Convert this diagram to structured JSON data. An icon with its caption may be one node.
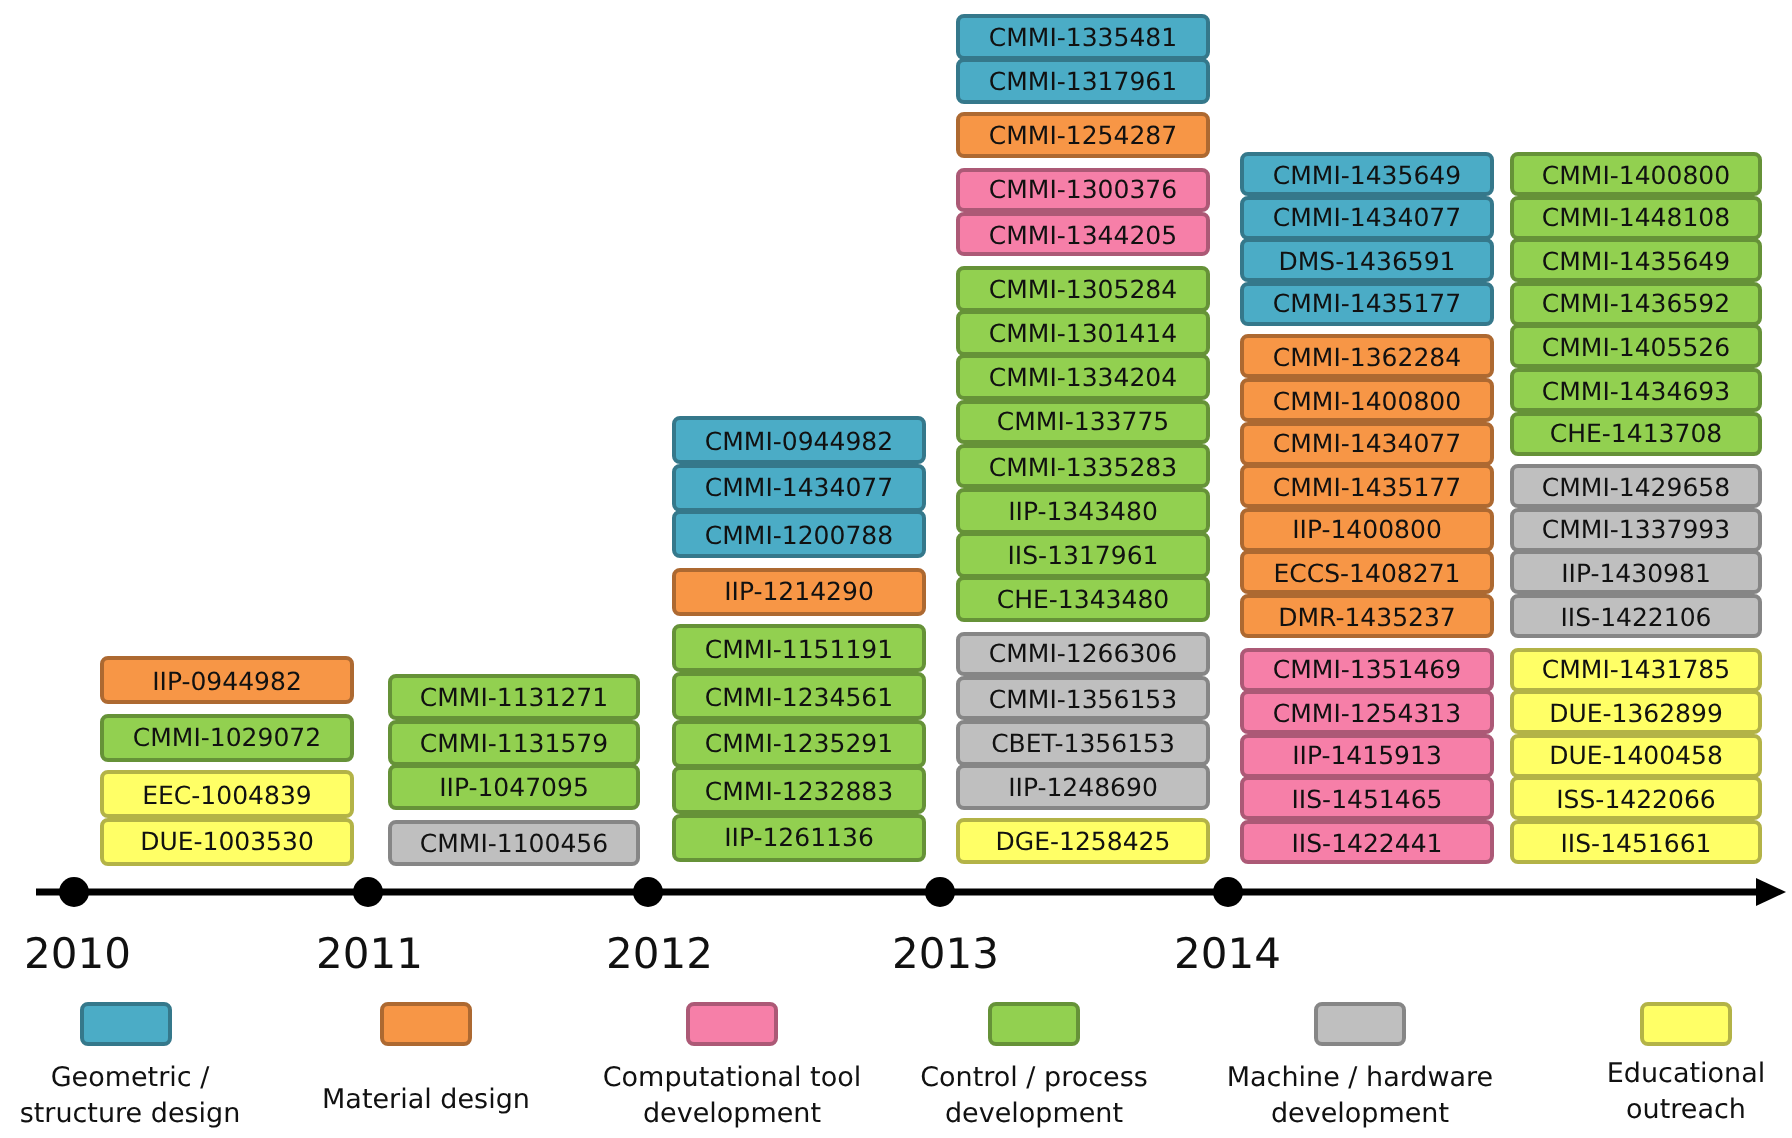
{
  "diagram": {
    "nodes": [
      {
        "text": [
          "IIP-0944982"
        ]
      },
      {
        "text": [
          "CMMI-1029072"
        ]
      },
      {
        "text": [
          "EEC-1004839"
        ]
      },
      {
        "text": [
          "DUE-1003530"
        ]
      },
      {
        "text": [
          "CMMI-1131271"
        ]
      },
      {
        "text": [
          "CMMI-1131579"
        ]
      },
      {
        "text": [
          "IIP-1047095"
        ]
      },
      {
        "text": [
          "CMMI-1100456"
        ]
      },
      {
        "text": [
          "CMMI-0944982"
        ]
      },
      {
        "text": [
          "CMMI-1434077"
        ]
      },
      {
        "text": [
          "CMMI-1200788"
        ]
      },
      {
        "text": [
          "IIP-1214290"
        ]
      },
      {
        "text": [
          "CMMI-1151191"
        ]
      },
      {
        "text": [
          "CMMI-1234561"
        ]
      },
      {
        "text": [
          "CMMI-1235291"
        ]
      },
      {
        "text": [
          "CMMI-1232883"
        ]
      },
      {
        "text": [
          "IIP-1261136"
        ]
      },
      {
        "text": [
          "CMMI-1335481"
        ]
      },
      {
        "text": [
          "CMMI-1317961"
        ]
      },
      {
        "text": [
          "CMMI-1254287"
        ]
      },
      {
        "text": [
          "CMMI-1300376"
        ]
      },
      {
        "text": [
          "CMMI-1344205"
        ]
      },
      {
        "text": [
          "CMMI-1305284"
        ]
      },
      {
        "text": [
          "CMMI-1301414"
        ]
      },
      {
        "text": [
          "CMMI-1334204"
        ]
      },
      {
        "text": [
          "CMMI-133775"
        ]
      },
      {
        "text": [
          "CMMI-1335283"
        ]
      },
      {
        "text": [
          "IIP-1343480"
        ]
      },
      {
        "text": [
          "IIS-1317961"
        ]
      },
      {
        "text": [
          "CHE-1343480"
        ]
      },
      {
        "text": [
          "CMMI-1266306"
        ]
      },
      {
        "text": [
          "CMMI-1356153"
        ]
      },
      {
        "text": [
          "CBET-1356153"
        ]
      },
      {
        "text": [
          "IIP-1248690"
        ]
      },
      {
        "text": [
          "DGE-1258425"
        ]
      },
      {
        "text": [
          "CMMI-1435649"
        ]
      },
      {
        "text": [
          "CMMI-1434077"
        ]
      },
      {
        "text": [
          "DMS-1436591"
        ]
      },
      {
        "text": [
          "CMMI-1435177"
        ]
      },
      {
        "text": [
          "CMMI-1362284"
        ]
      },
      {
        "text": [
          "CMMI-1400800"
        ]
      },
      {
        "text": [
          "CMMI-1434077"
        ]
      },
      {
        "text": [
          "CMMI-1435177"
        ]
      },
      {
        "text": [
          "IIP-1400800"
        ]
      },
      {
        "text": [
          "ECCS-1408271"
        ]
      },
      {
        "text": [
          "DMR-1435237"
        ]
      },
      {
        "text": [
          "CMMI-1351469"
        ]
      },
      {
        "text": [
          "CMMI-1254313"
        ]
      },
      {
        "text": [
          "IIP-1415913"
        ]
      },
      {
        "text": [
          "IIS-1451465"
        ]
      },
      {
        "text": [
          "IIS-1422441"
        ]
      },
      {
        "text": [
          "CMMI-1400800"
        ]
      },
      {
        "text": [
          "CMMI-1448108"
        ]
      },
      {
        "text": [
          "CMMI-1435649"
        ]
      },
      {
        "text": [
          "CMMI-1436592"
        ]
      },
      {
        "text": [
          "CMMI-1405526"
        ]
      },
      {
        "text": [
          "CMMI-1434693"
        ]
      },
      {
        "text": [
          "CHE-1413708"
        ]
      },
      {
        "text": [
          "CMMI-1429658"
        ]
      },
      {
        "text": [
          "CMMI-1337993"
        ]
      },
      {
        "text": [
          "IIP-1430981"
        ]
      },
      {
        "text": [
          "IIS-1422106"
        ]
      },
      {
        "text": [
          "CMMI-1431785"
        ]
      },
      {
        "text": [
          "DUE-1362899"
        ]
      },
      {
        "text": [
          "DUE-1400458"
        ]
      },
      {
        "text": [
          "ISS-1422066"
        ]
      },
      {
        "text": [
          "IIS-1451661"
        ]
      }
    ],
    "labels": [
      "2010",
      "2011",
      "2012",
      "2013",
      "2014"
    ],
    "legend": [
      {
        "text": "Geometric / structure design",
        "color": "#4bacc6"
      },
      {
        "text": "Material design",
        "color": "#f79646"
      },
      {
        "text": "Computational tool development",
        "color": "#f67fa8"
      },
      {
        "text": "Control /  process development",
        "color": "#92d050"
      },
      {
        "text": "Machine / hardware development",
        "color": "#bfbfbf"
      },
      {
        "text": "Educational outreach",
        "color": "#ffff66"
      }
    ]
  }
}
